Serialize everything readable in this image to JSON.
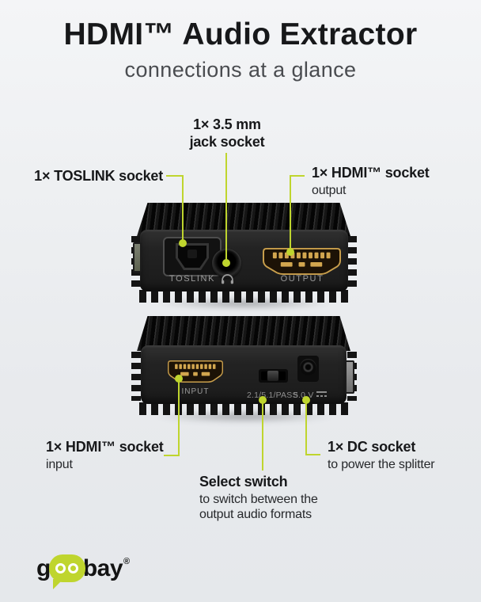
{
  "header": {
    "title": "HDMI™ Audio Extractor",
    "subtitle": "connections at a glance"
  },
  "callouts": {
    "jack": {
      "line1": "1× 3.5 mm",
      "line2": "jack socket"
    },
    "toslink": {
      "label": "1× TOSLINK socket"
    },
    "hdmi_output": {
      "label": "1× HDMI™ socket",
      "sublabel": "output"
    },
    "hdmi_input": {
      "label": "1× HDMI™ socket",
      "sublabel": "input"
    },
    "select_switch": {
      "label": "Select switch",
      "sublabel_line1": "to switch between the",
      "sublabel_line2": "output audio formats"
    },
    "dc_socket": {
      "label": "1× DC socket",
      "sublabel": "to power the splitter"
    }
  },
  "device_front": {
    "toslink_label": "TOSLINK",
    "output_label": "OUTPUT"
  },
  "device_back": {
    "input_label": "INPUT",
    "switch_label": "2.1/5.1/PASS",
    "power_label": "5.0 V"
  },
  "brand": {
    "prefix": "g",
    "suffix": "bay",
    "registered": "®"
  },
  "colors": {
    "accent_green": "#bfd52e",
    "device_black": "#1a1a1a",
    "hdmi_gold": "#c99f4c",
    "background": "#eceef1"
  }
}
